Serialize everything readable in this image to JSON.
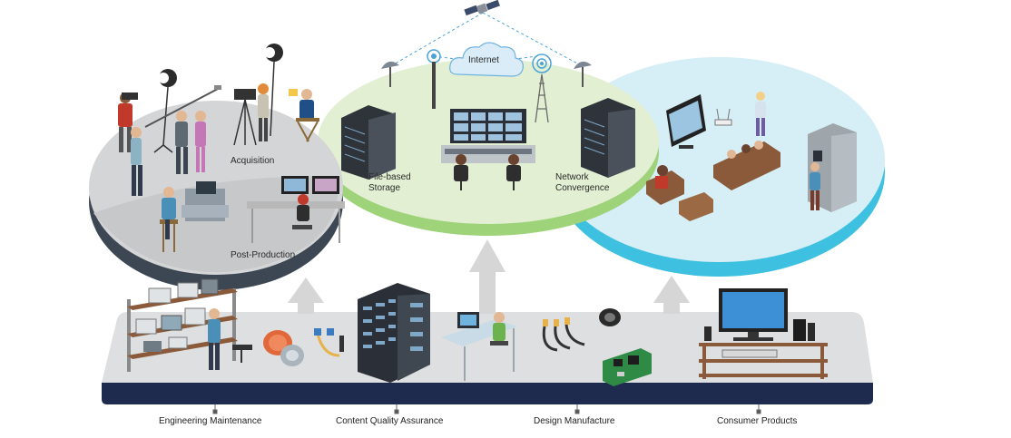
{
  "zones": {
    "acquisition": "Acquisition",
    "post_production": "Post-Production",
    "file_storage_line1": "File-based",
    "file_storage_line2": "Storage",
    "internet": "Internet",
    "network_line1": "Network",
    "network_line2": "Convergence"
  },
  "bottom": {
    "engineering": "Engineering Maintenance",
    "quality": "Content Quality Assurance",
    "design": "Design Manufacture",
    "consumer": "Consumer Products"
  },
  "colors": {
    "left_platform": "#d4d5d6",
    "left_platform_side": "#3c4753",
    "center_platform": "#e2efd2",
    "center_platform_side": "#9ed37a",
    "right_platform": "#d6eef5",
    "right_platform_side": "#3ec1e0",
    "base_platform": "#dcdcdc",
    "base_platform_side": "#1f2a4f",
    "arrow": "#d5d5d5"
  }
}
